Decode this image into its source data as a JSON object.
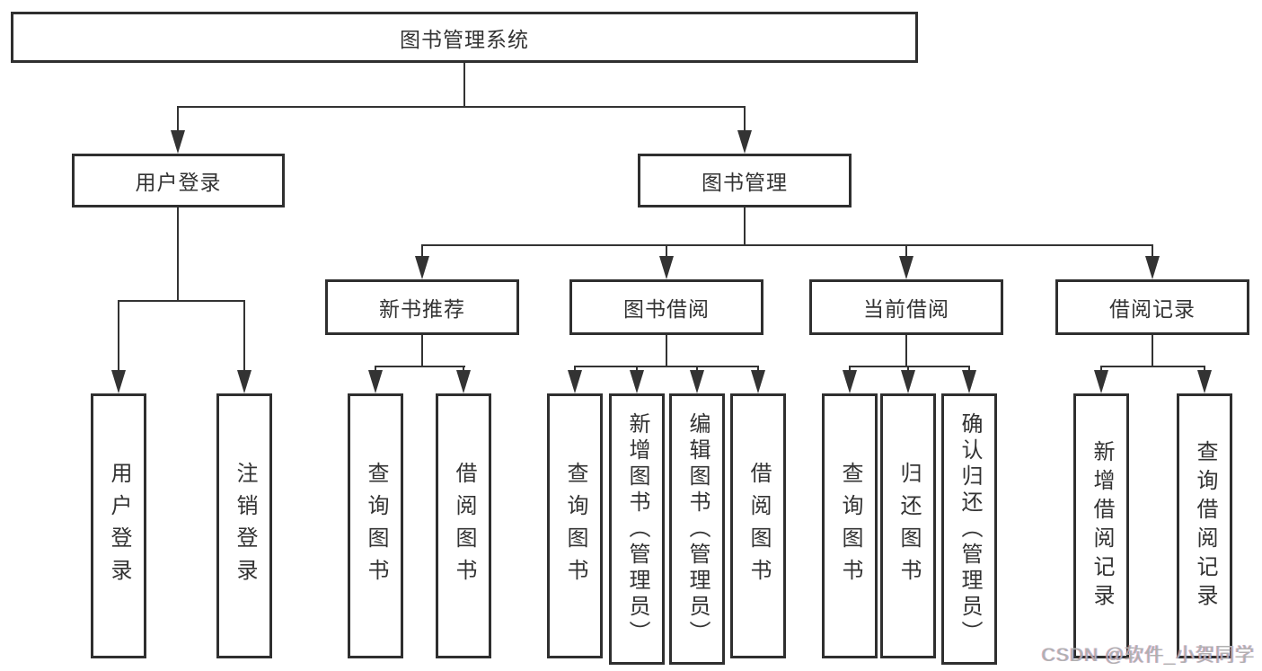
{
  "diagram": {
    "root": {
      "label": "图书管理系统"
    },
    "level2": [
      {
        "label": "用户登录"
      },
      {
        "label": "图书管理"
      }
    ],
    "level3": [
      {
        "label": "新书推荐",
        "parent": "图书管理"
      },
      {
        "label": "图书借阅",
        "parent": "图书管理"
      },
      {
        "label": "当前借阅",
        "parent": "图书管理"
      },
      {
        "label": "借阅记录",
        "parent": "图书管理"
      }
    ],
    "leaves": [
      {
        "label": "用户登录",
        "parent": "用户登录"
      },
      {
        "label": "注销登录",
        "parent": "用户登录"
      },
      {
        "label": "查询图书",
        "parent": "新书推荐"
      },
      {
        "label": "借阅图书",
        "parent": "新书推荐"
      },
      {
        "label": "查询图书",
        "parent": "图书借阅"
      },
      {
        "label": "新增图书（管理员）",
        "parent": "图书借阅"
      },
      {
        "label": "编辑图书（管理员）",
        "parent": "图书借阅"
      },
      {
        "label": "借阅图书",
        "parent": "图书借阅"
      },
      {
        "label": "查询图书",
        "parent": "当前借阅"
      },
      {
        "label": "归还图书",
        "parent": "当前借阅"
      },
      {
        "label": "确认归还（管理员）",
        "parent": "当前借阅"
      },
      {
        "label": "新增借阅记录",
        "parent": "借阅记录"
      },
      {
        "label": "查询借阅记录",
        "parent": "借阅记录"
      }
    ]
  },
  "watermark": {
    "text": "CSDN @软件_小贺同学"
  },
  "colors": {
    "line": "#333333",
    "text": "#333333",
    "background": "#ffffff",
    "watermark": "#b0b0b0"
  }
}
